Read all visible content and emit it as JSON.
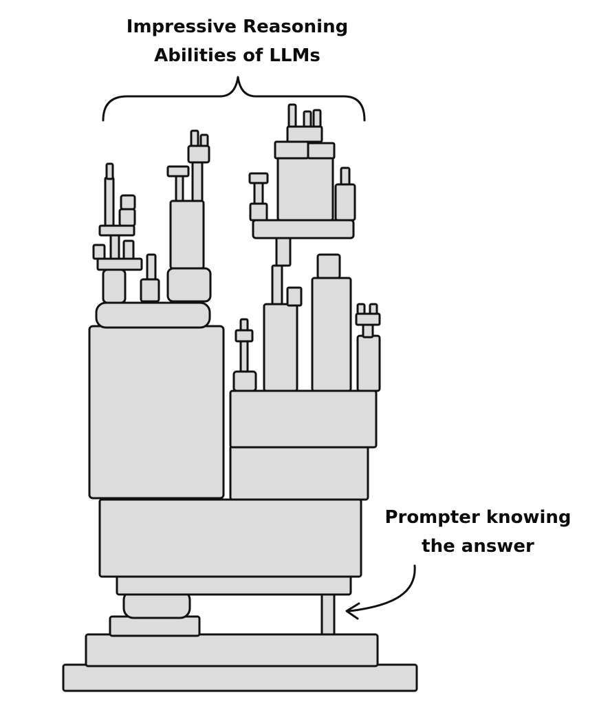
{
  "top_caption": {
    "line1": "Impressive Reasoning",
    "line2": "Abilities of LLMs"
  },
  "side_caption": {
    "line1": "Prompter knowing",
    "line2": "the answer"
  },
  "colors": {
    "block_fill": "#dcdcdc",
    "outline": "#111111",
    "background": "#ffffff",
    "text": "#0b0b0b"
  }
}
